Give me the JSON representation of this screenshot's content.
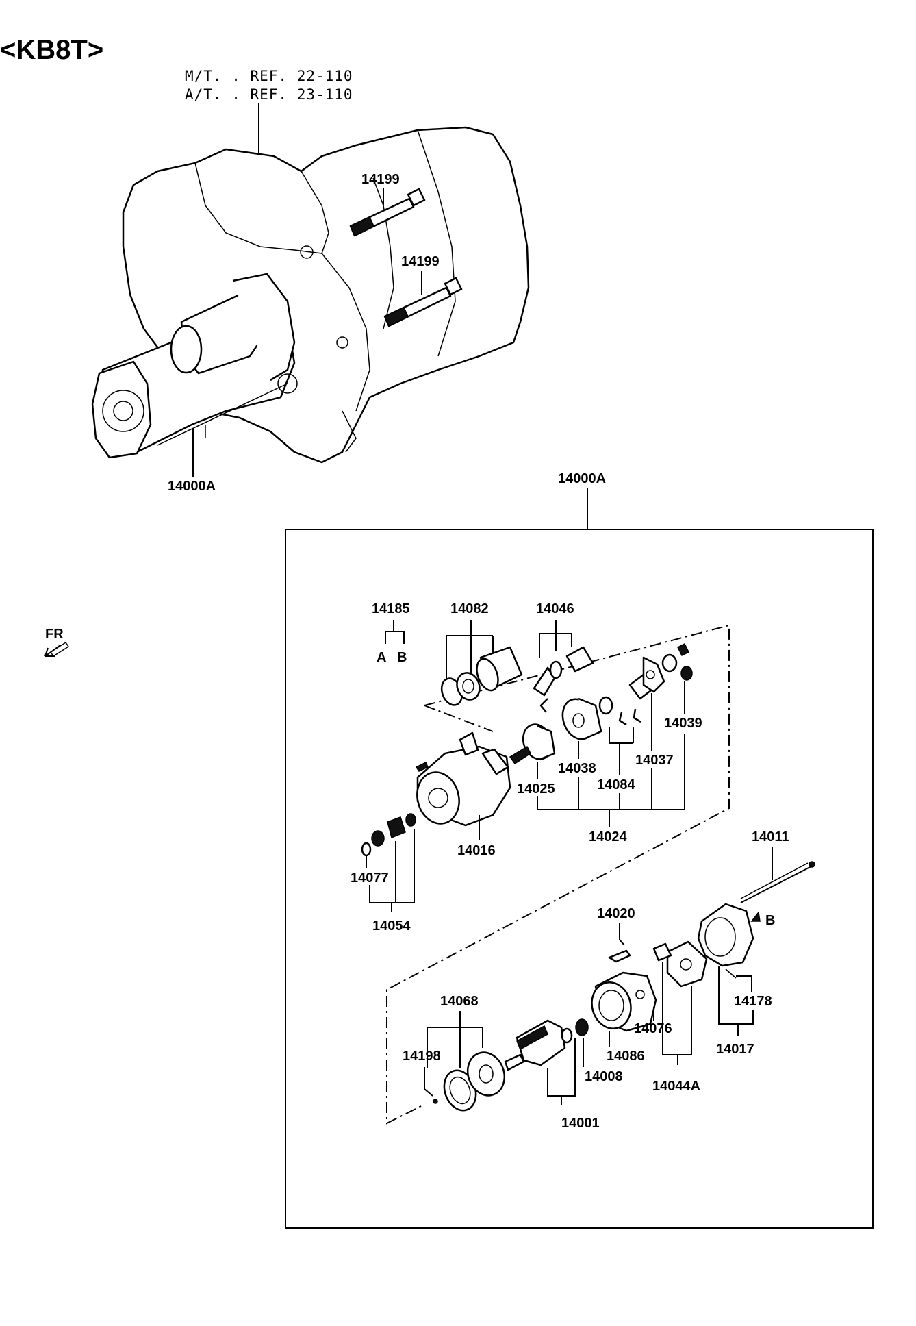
{
  "title": "<KB8T>",
  "references": {
    "mt": "M/T. . REF. 22-110",
    "at": "A/T. . REF. 23-110"
  },
  "orientation_label": "FR",
  "main_labels": {
    "bolt_upper": "14199",
    "bolt_lower": "14199",
    "starter_assembly": "14000A",
    "exploded_header": "14000A"
  },
  "parts": {
    "p14185": "14185",
    "p14185_a": "A",
    "p14185_b": "B",
    "p14082": "14082",
    "p14046": "14046",
    "p14039": "14039",
    "p14038": "14038",
    "p14037": "14037",
    "p14025": "14025",
    "p14084": "14084",
    "p14024": "14024",
    "p14016": "14016",
    "p14077": "14077",
    "p14054": "14054",
    "p14011": "14011",
    "p14020": "14020",
    "p_b": "B",
    "p14178": "14178",
    "p14017": "14017",
    "p14068": "14068",
    "p14198": "14198",
    "p14076": "14076",
    "p14086": "14086",
    "p14008": "14008",
    "p14044A": "14044A",
    "p14001": "14001"
  }
}
